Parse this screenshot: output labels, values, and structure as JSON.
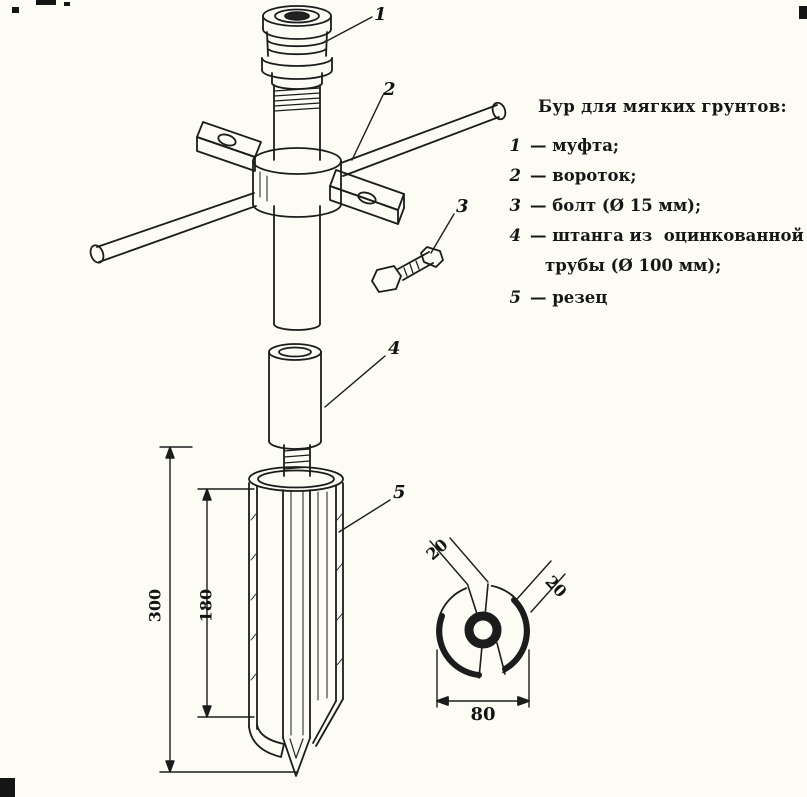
{
  "page": {
    "background": "#fcfbf4",
    "ink": "#1c1c1c"
  },
  "info": {
    "title": "Бур для мягких грунтов:",
    "legend": [
      {
        "num": "1",
        "text": "— муфта;"
      },
      {
        "num": "2",
        "text": "— вороток;"
      },
      {
        "num": "3",
        "text": "— болт (Ø 15 мм);"
      },
      {
        "num": "4",
        "text": "— штанга из  оцинкованной"
      },
      {
        "num": "",
        "text": "трубы (Ø 100 мм);"
      },
      {
        "num": "5",
        "text": "— резец"
      }
    ]
  },
  "callouts": {
    "c1": "1",
    "c2": "2",
    "c3": "3",
    "c4": "4",
    "c5": "5"
  },
  "dimensions": {
    "overall_height_mm": "300",
    "blade_height_mm": "180",
    "notch_left_mm": "20",
    "notch_right_mm": "20",
    "diameter_mm": "80"
  }
}
